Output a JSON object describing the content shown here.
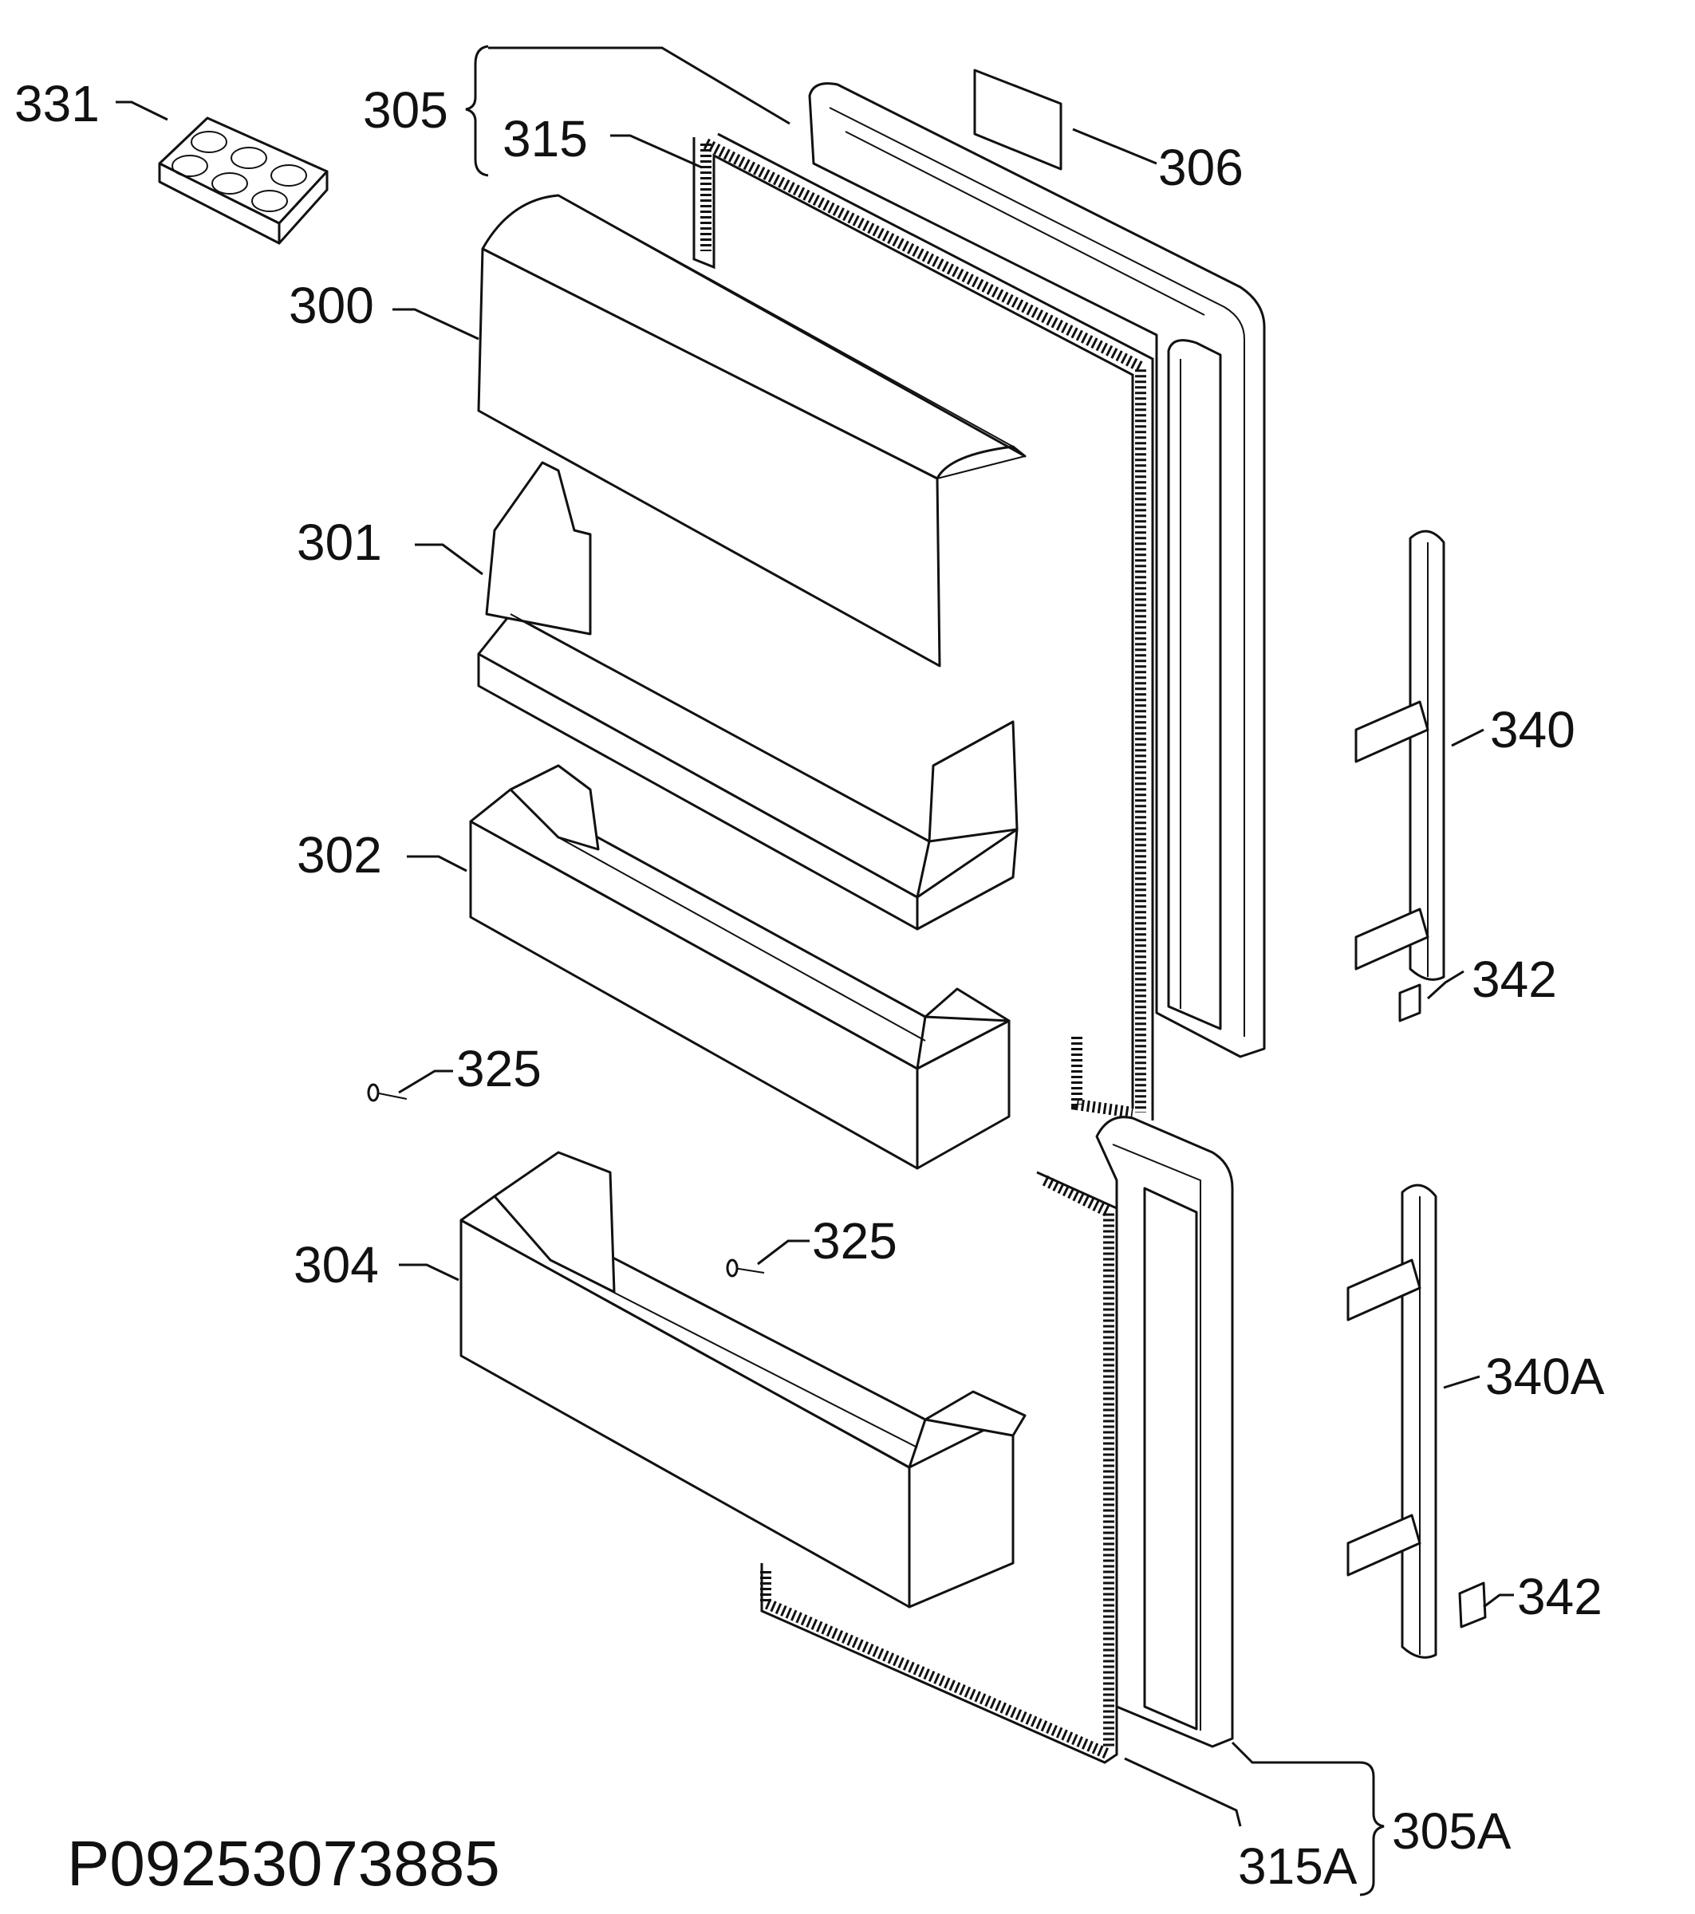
{
  "document_id": "P09253073885",
  "callouts": {
    "c331": "331",
    "c305": "305",
    "c315": "315",
    "c306": "306",
    "c300": "300",
    "c301": "301",
    "c340": "340",
    "c302": "302",
    "c342_top": "342",
    "c325_left": "325",
    "c325_mid": "325",
    "c304": "304",
    "c340A": "340A",
    "c342_bottom": "342",
    "c305A": "305A",
    "c315A": "315A"
  }
}
